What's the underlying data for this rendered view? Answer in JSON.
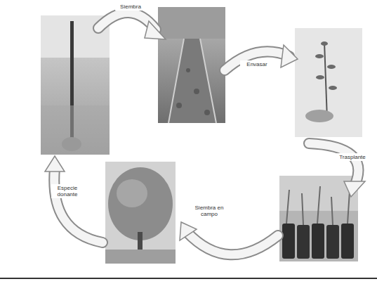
{
  "diagram": {
    "labels": [
      "Siembra",
      "Envasar",
      "Trasplante",
      "Siembra en campo",
      "Especie donante"
    ]
  }
}
